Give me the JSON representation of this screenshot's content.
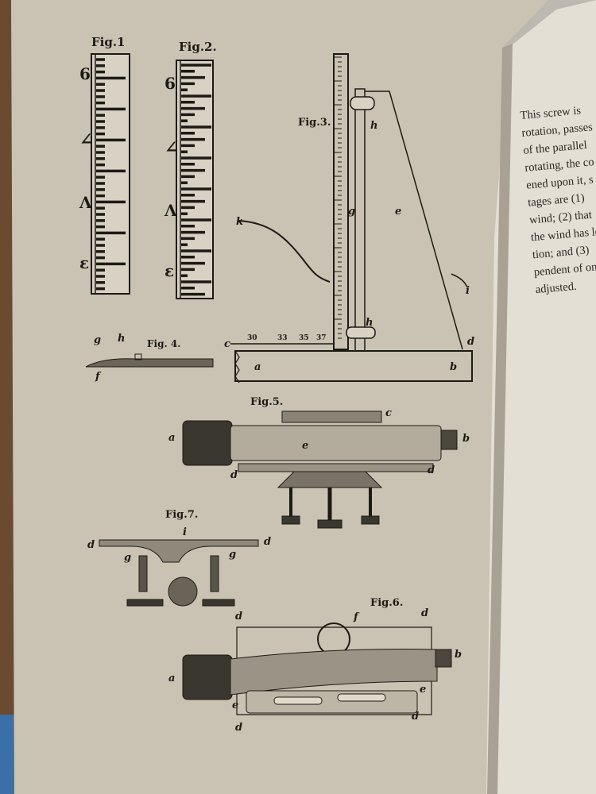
{
  "figures": {
    "fig1": {
      "caption": "Fig.1",
      "numerals": [
        "6",
        "∠",
        "Λ",
        "ε"
      ]
    },
    "fig2": {
      "caption": "Fig.2.",
      "numerals": [
        "6",
        "∠",
        "Λ",
        "ε"
      ]
    },
    "fig3": {
      "caption": "Fig.3.",
      "letters": {
        "h_top": "h",
        "g": "g",
        "e": "e",
        "k": "k",
        "i": "i",
        "c": "c",
        "h_bottom": "h",
        "d": "d",
        "a": "a",
        "b": "b"
      },
      "scale": [
        "30",
        "33",
        "35",
        "37"
      ]
    },
    "fig4": {
      "caption": "Fig. 4.",
      "letters": {
        "g": "g",
        "h": "h",
        "f": "f"
      }
    },
    "fig5": {
      "caption": "Fig.5.",
      "letters": {
        "a": "a",
        "b": "b",
        "c": "c",
        "e": "e",
        "d_left": "d",
        "d_right": "d"
      }
    },
    "fig6": {
      "caption": "Fig.6.",
      "letters": {
        "a": "a",
        "b": "b",
        "f": "f",
        "d_tl": "d",
        "d_tr": "d",
        "e_left": "e",
        "e_right": "e",
        "d_bl": "d",
        "d_br": "d"
      }
    },
    "fig7": {
      "caption": "Fig.7.",
      "letters": {
        "d_left": "d",
        "d_right": "d",
        "i": "i",
        "g_left": "g",
        "g_right": "g"
      }
    }
  },
  "right_page": {
    "lines": [
      "This screw is",
      "rotation, passes",
      "of the parallel",
      "rotating, the co",
      "ened upon it, s",
      "tages are (1)",
      "wind; (2) that",
      "the wind has le",
      "tion; and (3)",
      "pendent of one",
      "adjusted."
    ]
  },
  "colors": {
    "left_page": "#cac3b3",
    "right_page": "#e4dfd4",
    "ink": "#1d1a16",
    "book_edge": "#6b4a30"
  }
}
